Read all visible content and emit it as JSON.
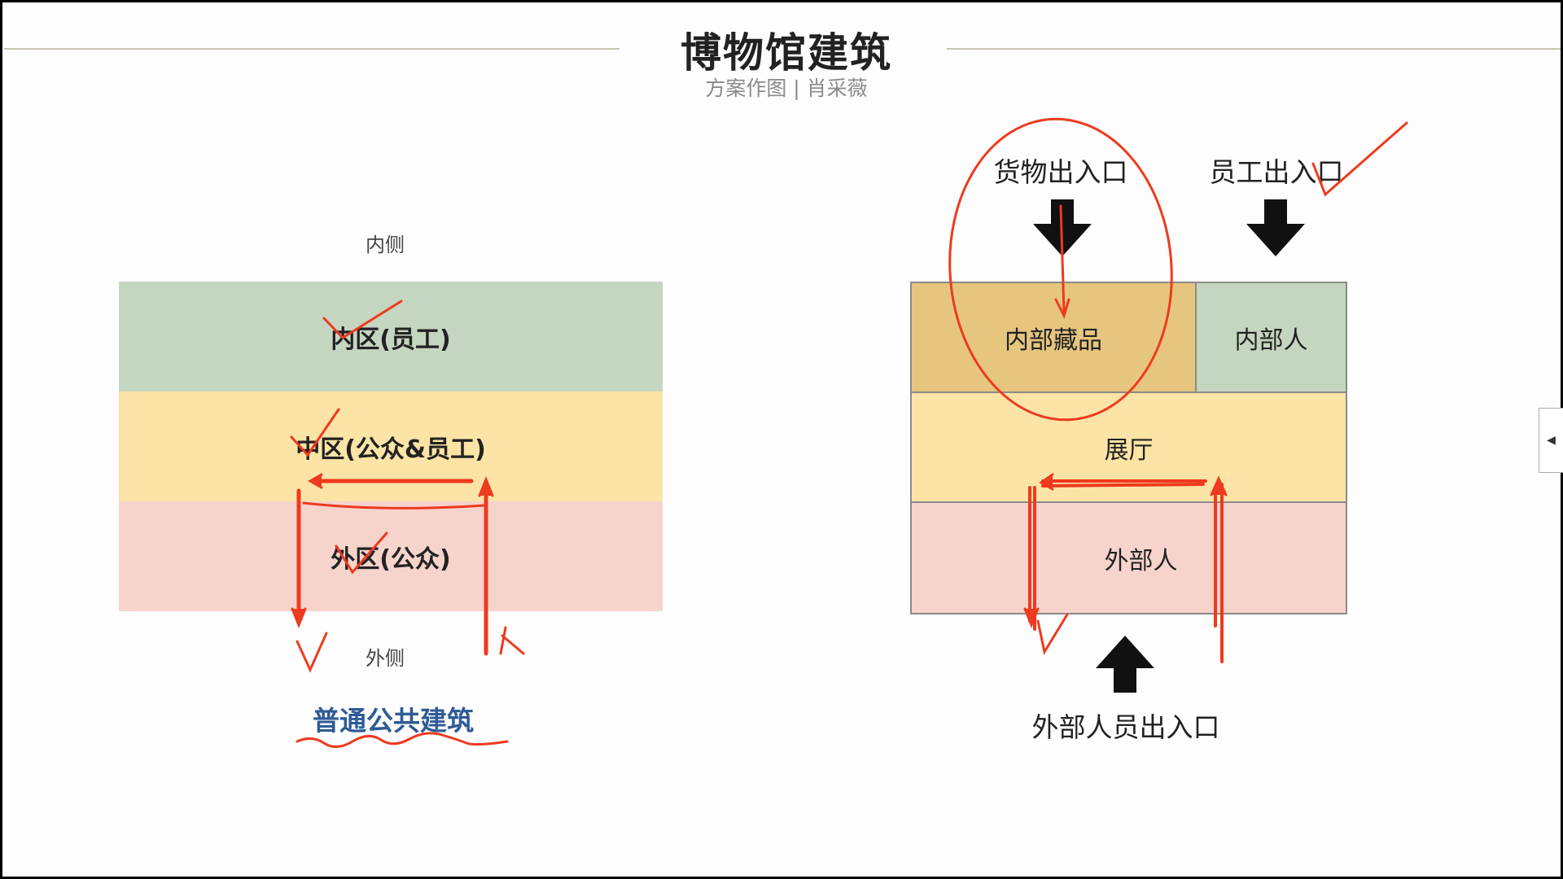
{
  "header": {
    "title": "博物馆建筑",
    "subtitle": "方案作图 | 肖采薇"
  },
  "left_diagram": {
    "top_caption": "内侧",
    "bottom_caption": "外侧",
    "zones": [
      {
        "label": "内区(员工)",
        "color": "#c5d6c0"
      },
      {
        "label": "中区(公众&员工)",
        "color": "#fce4a6"
      },
      {
        "label": "外区(公众)",
        "color": "#f6d4cc"
      }
    ],
    "footer": "普通公共建筑",
    "footer_color": "#2f5b96",
    "annotation": "人"
  },
  "right_diagram": {
    "entrances": {
      "cargo": "货物出入口",
      "staff": "员工出入口",
      "public": "外部人员出入口"
    },
    "cells": {
      "collection": "内部藏品",
      "internal_people": "内部人",
      "hall": "展厅",
      "external_people": "外部人"
    },
    "colors": {
      "collection": "#e6c67e",
      "internal_people": "#c5d6c0",
      "hall": "#fce4a6",
      "external_people": "#f6d4cc"
    }
  },
  "annotation_color": "#ee3a1e",
  "sidebar_toggle": "◀"
}
